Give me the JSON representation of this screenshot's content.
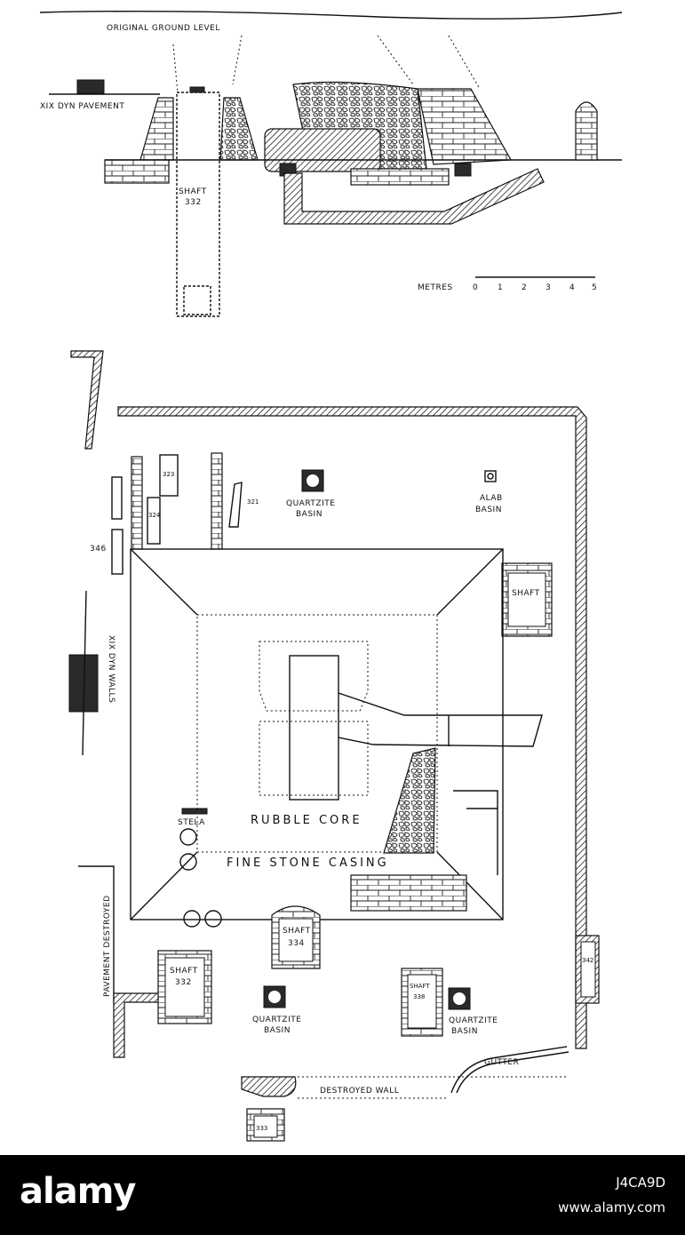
{
  "section": {
    "original_ground_level": "ORIGINAL GROUND LEVEL",
    "pavement": "XIX DYN PAVEMENT",
    "shaft_label": "SHAFT",
    "shaft_number": "332",
    "scale_label": "METRES",
    "scale_ticks": [
      "0",
      "1",
      "2",
      "3",
      "4",
      "5"
    ]
  },
  "plan": {
    "quartzite_basin_top": [
      "QUARTZITE",
      "BASIN"
    ],
    "alab_basin": [
      "ALAB",
      "BASIN"
    ],
    "shaft_right": "SHAFT",
    "shaft_numbers": {
      "s323": "323",
      "s324": "324",
      "s321": "321",
      "s346": "346"
    },
    "xix_dyn_walls": "XIX DYN WALLS",
    "stela": "STELA",
    "rubble_core": "RUBBLE CORE",
    "fine_stone_casing": "FINE STONE CASING",
    "pavement_destroyed": "PAVEMENT DESTROYED",
    "shaft_334": [
      "SHAFT",
      "334"
    ],
    "shaft_332": [
      "SHAFT",
      "332"
    ],
    "shaft_338": [
      "SHAFT",
      "338"
    ],
    "quartzite_basin_left": [
      "QUARTZITE",
      "BASIN"
    ],
    "quartzite_basin_right": [
      "QUARTZITE",
      "BASIN"
    ],
    "shaft_342": "342",
    "gutter": "GUTTER",
    "destroyed_wall": "DESTROYED WALL",
    "shaft_333": "333"
  },
  "footer": {
    "logo": "alamy",
    "image_id": "J4CA9D",
    "site": "www.alamy.com",
    "colors": {
      "bg": "#000000",
      "text": "#ffffff"
    }
  }
}
